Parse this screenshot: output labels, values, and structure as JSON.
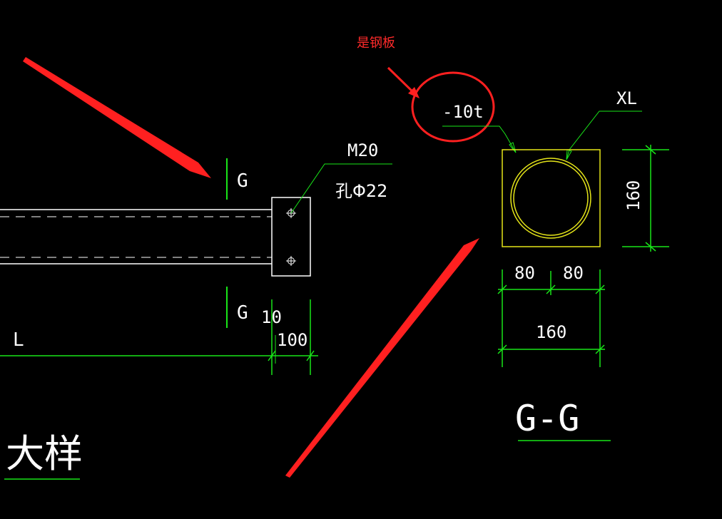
{
  "annotation": {
    "note": "是钢板",
    "callout_text": "-10t"
  },
  "beam": {
    "section_mark_top": "G",
    "section_mark_bottom": "G",
    "length_label": "L",
    "dim_plate_thickness": "10",
    "dim_plate_width": "100",
    "bolt_label": "M20",
    "hole_label": "孔Φ22",
    "title": "大样"
  },
  "section": {
    "label": "XL",
    "dim_height": "160",
    "dim_half_left": "80",
    "dim_half_right": "80",
    "dim_width": "160",
    "title": "G-G"
  },
  "colors": {
    "background": "#000000",
    "outline": "#ffffff",
    "dimension": "#19e619",
    "section_steel": "#e6e619",
    "markup": "#ff2020"
  }
}
